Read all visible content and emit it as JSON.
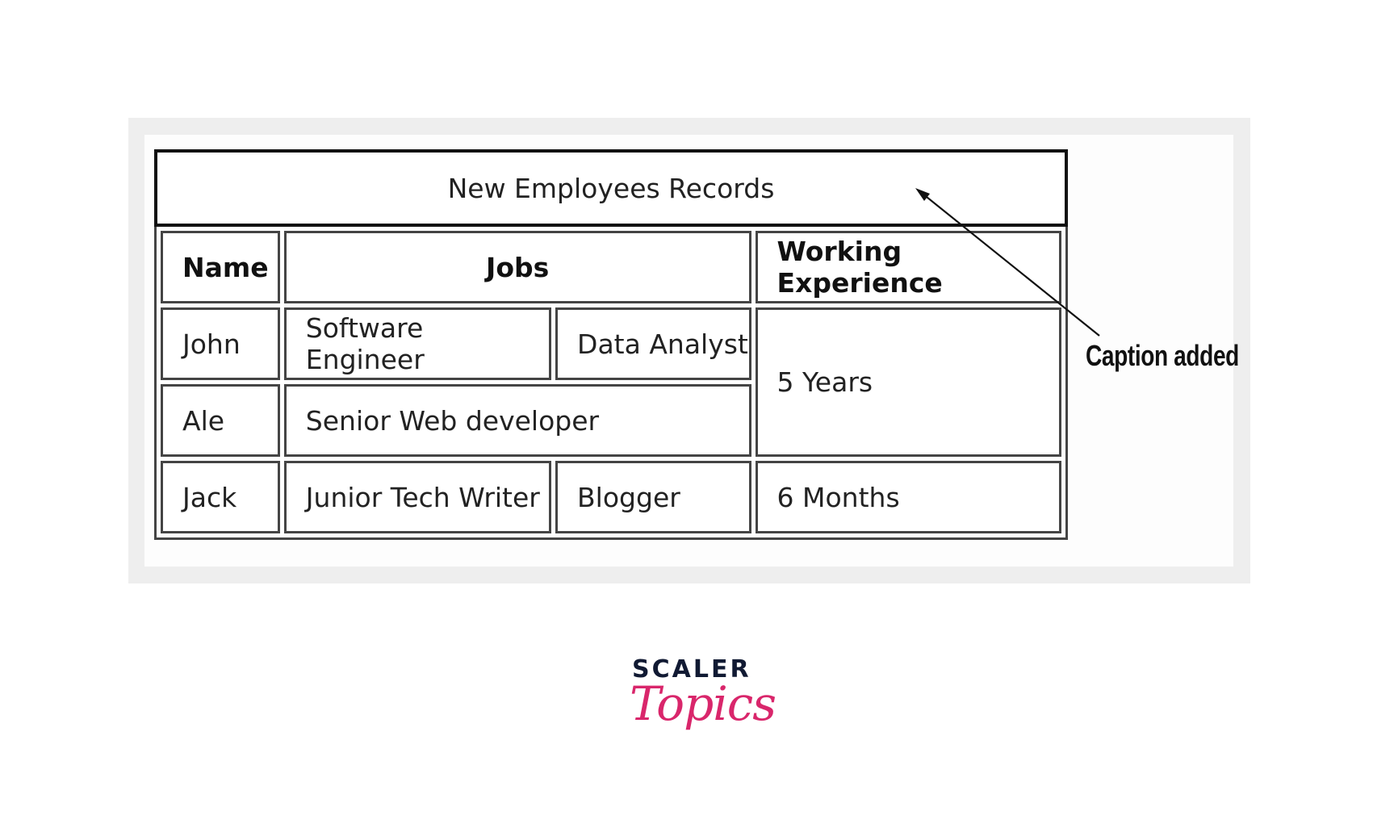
{
  "table": {
    "caption": "New Employees Records",
    "headers": {
      "name": "Name",
      "jobs": "Jobs",
      "experience": "Working Experience"
    },
    "rows": [
      {
        "name": "John",
        "job1": "Software Engineer",
        "job2": "Data Analyst",
        "experience": "5 Years"
      },
      {
        "name": "Ale",
        "job": "Senior Web developer"
      },
      {
        "name": "Jack",
        "job1": "Junior Tech Writer",
        "job2": "Blogger",
        "experience": "6 Months"
      }
    ]
  },
  "annotation": {
    "label": "Caption added"
  },
  "logo": {
    "line1": "SCALER",
    "line2": "Topics"
  },
  "colors": {
    "frame": "#eeeeee",
    "border": "#444444",
    "logo_dark": "#111a33",
    "logo_pink": "#d9266b"
  }
}
